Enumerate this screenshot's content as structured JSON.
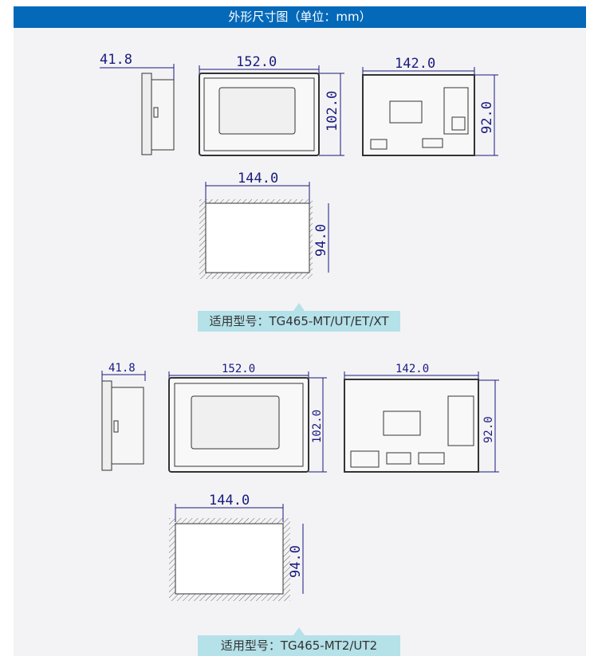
{
  "header": {
    "title": "外形尺寸图（单位：mm）"
  },
  "sections": [
    {
      "model_label": "适用型号：TG465-MT/UT/ET/XT",
      "dims": {
        "depth": "41.8",
        "front_width": "152.0",
        "front_height": "102.0",
        "back_width": "142.0",
        "back_height": "92.0",
        "cutout_width": "144.0",
        "cutout_height": "94.0"
      }
    },
    {
      "model_label": "适用型号：TG465-MT2/UT2",
      "dims": {
        "depth": "41.8",
        "front_width": "152.0",
        "front_height": "102.0",
        "back_width": "142.0",
        "back_height": "92.0",
        "cutout_width": "144.0",
        "cutout_height": "94.0"
      }
    }
  ]
}
